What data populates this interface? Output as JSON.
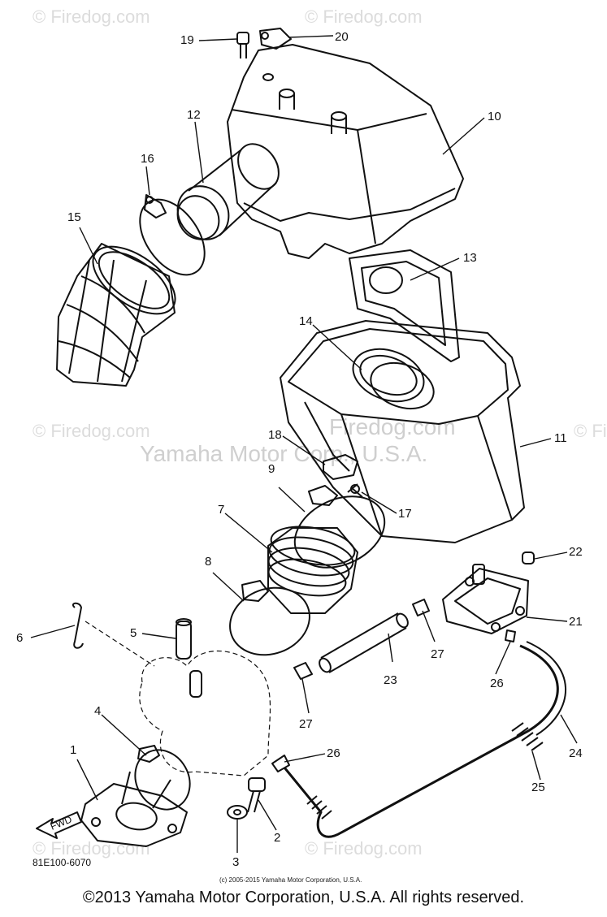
{
  "watermarks": {
    "repeat": "© Firedog.com",
    "center_firedog": "Firedog.com",
    "center_yamaha": "Yamaha Motor Corp., U.S.A."
  },
  "callouts": [
    "1",
    "2",
    "3",
    "4",
    "5",
    "6",
    "7",
    "8",
    "9",
    "10",
    "11",
    "12",
    "13",
    "14",
    "15",
    "16",
    "17",
    "18",
    "19",
    "20",
    "21",
    "22",
    "23",
    "24",
    "25",
    "26",
    "26",
    "27",
    "27"
  ],
  "fwd_label": "FWD",
  "diagram_code": "81E100-6070",
  "small_copyright": "(c) 2005-2015 Yamaha Motor Corporation, U.S.A.",
  "footer_copyright": "©2013 Yamaha Motor Corporation, U.S.A. All rights reserved."
}
